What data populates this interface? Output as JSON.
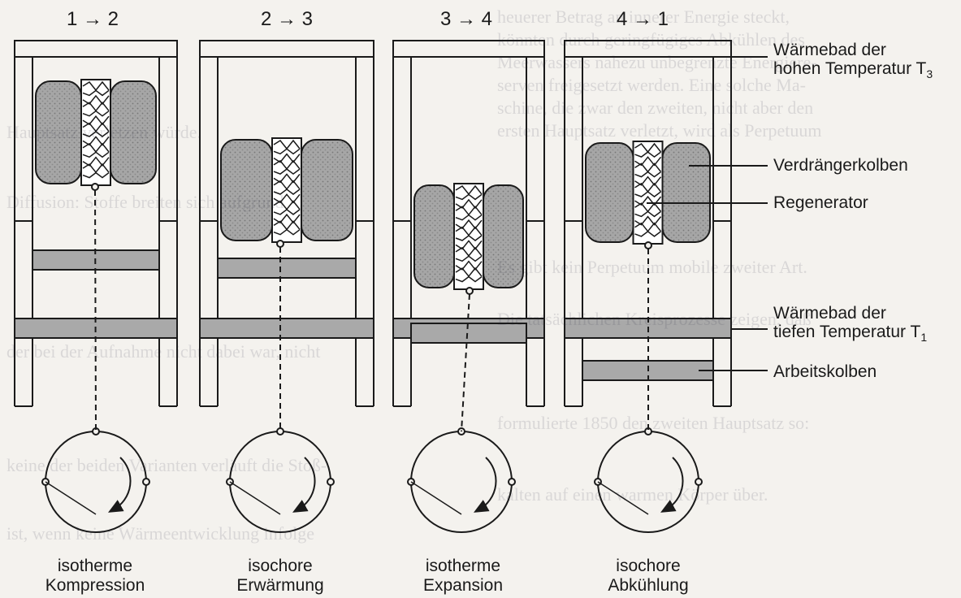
{
  "steps": [
    {
      "id": "1-2",
      "label": "1 → 2",
      "caption_line1": "isotherme",
      "caption_line2": "Kompression"
    },
    {
      "id": "2-3",
      "label": "2 → 3",
      "caption_line1": "isochore",
      "caption_line2": "Erwärmung"
    },
    {
      "id": "3-4",
      "label": "3 → 4",
      "caption_line1": "isotherme",
      "caption_line2": "Expansion"
    },
    {
      "id": "4-1",
      "label": "4 → 1",
      "caption_line1": "isochore",
      "caption_line2": "Abkühlung"
    }
  ],
  "legend": {
    "hot_bath_line1": "Wärmebad der",
    "hot_bath_line2": "hohen Temperatur T",
    "hot_bath_sub": "3",
    "displacer": "Verdrängerkolben",
    "regenerator": "Regenerator",
    "cold_bath_line1": "Wärmebad der",
    "cold_bath_line2": "tiefen Temperatur T",
    "cold_bath_sub": "1",
    "working_piston": "Arbeitskolben"
  },
  "colors": {
    "ink": "#1a1a1a",
    "piston_fill": "#a9a9a9",
    "paper": "#f4f2ee"
  }
}
